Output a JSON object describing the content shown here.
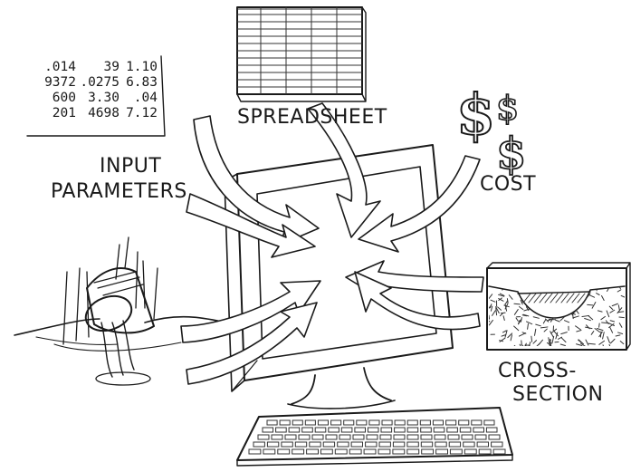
{
  "labels": {
    "spreadsheet": "SPREADSHEET",
    "input": "INPUT",
    "parameters": "PARAMETERS",
    "cost": "COST",
    "cross": "CROSS-",
    "section": "SECTION"
  },
  "parameter_table": [
    [
      ".014",
      "39",
      "1.10"
    ],
    [
      "9372",
      ".0275",
      "6.83"
    ],
    [
      "600",
      "3.30",
      ".04"
    ],
    [
      "201",
      "4698",
      "7.12"
    ]
  ],
  "cost_symbol": "$"
}
